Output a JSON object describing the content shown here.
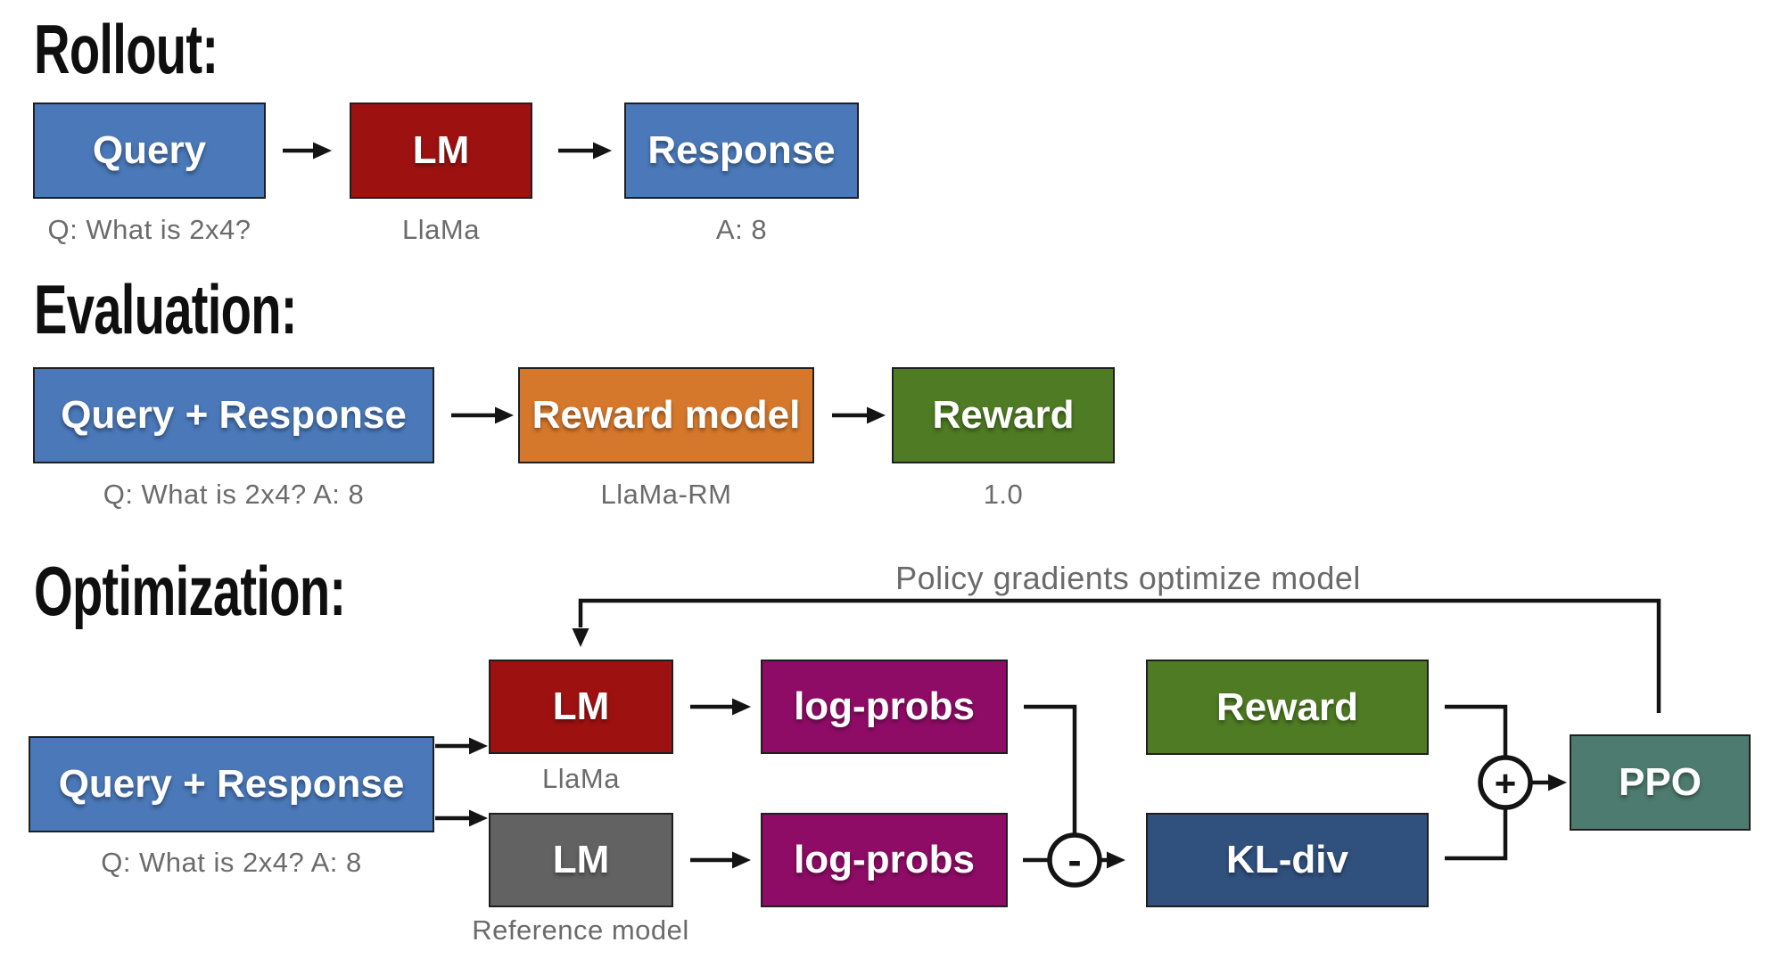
{
  "sections": {
    "rollout": {
      "heading": "Rollout:",
      "query": {
        "label": "Query",
        "caption": "Q: What is 2x4?"
      },
      "lm": {
        "label": "LM",
        "caption": "LlaMa"
      },
      "response": {
        "label": "Response",
        "caption": "A: 8"
      }
    },
    "evaluation": {
      "heading": "Evaluation:",
      "query_response": {
        "label": "Query + Response",
        "caption": "Q: What is 2x4? A: 8"
      },
      "reward_model": {
        "label": "Reward model",
        "caption": "LlaMa-RM"
      },
      "reward": {
        "label": "Reward",
        "caption": "1.0"
      }
    },
    "optimization": {
      "heading": "Optimization:",
      "annotation": "Policy gradients optimize model",
      "query_response": {
        "label": "Query + Response",
        "caption": "Q: What is 2x4? A: 8"
      },
      "lm_policy": {
        "label": "LM",
        "caption": "LlaMa"
      },
      "lm_reference": {
        "label": "LM",
        "caption": "Reference model"
      },
      "log_probs_policy": {
        "label": "log-probs"
      },
      "log_probs_reference": {
        "label": "log-probs"
      },
      "reward": {
        "label": "Reward"
      },
      "kl_div": {
        "label": "KL-div"
      },
      "ppo": {
        "label": "PPO"
      },
      "operators": {
        "subtract": "-",
        "add": "+"
      }
    }
  },
  "colors": {
    "query_response_blue": "#4a78b8",
    "lm_red": "#9e1111",
    "reward_model_orange": "#d5782c",
    "reward_green": "#4e7b23",
    "log_probs_purple": "#8e0c66",
    "reference_gray": "#626262",
    "kl_div_navy": "#30507d",
    "ppo_teal": "#4e7b6f",
    "wire_black": "#141414",
    "caption_gray": "#6b6b6b",
    "heading_black": "#0f0f0f",
    "background": "#ffffff"
  }
}
